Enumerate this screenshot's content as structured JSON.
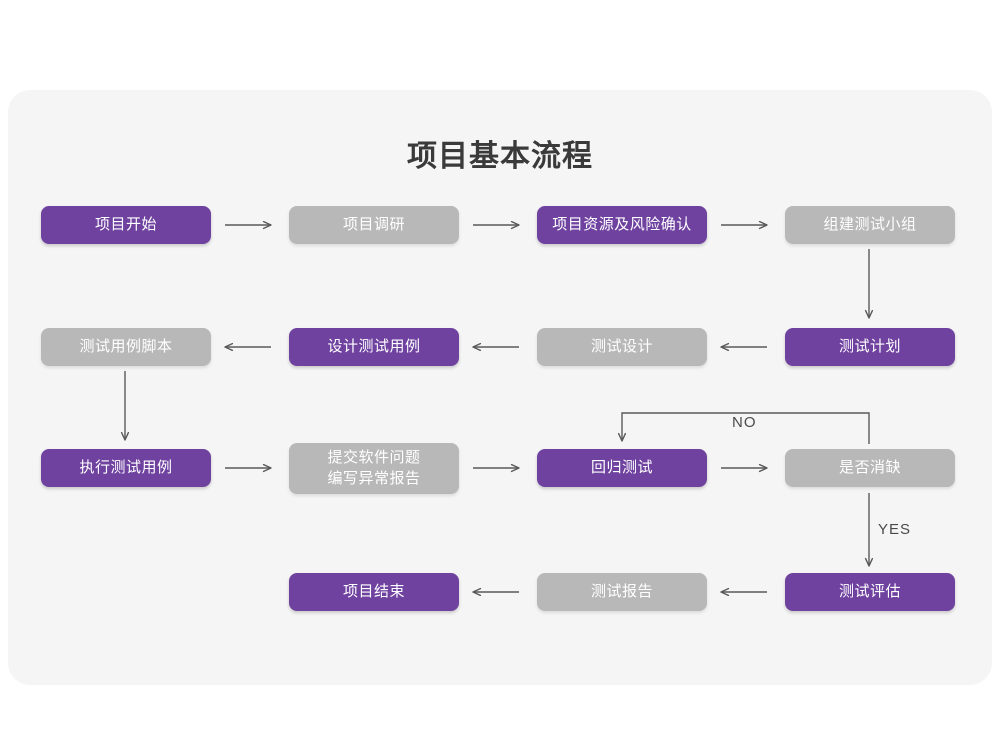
{
  "page": {
    "background": "#ffffff",
    "panel_background": "#f5f5f5"
  },
  "title": "项目基本流程",
  "colors": {
    "purple": "#6f42a0",
    "gray": "#b8b8b8",
    "arrow": "#5a5a5a",
    "title_text": "#3a3a3a",
    "label_text": "#4a4a4a"
  },
  "chart_data": {
    "type": "diagram",
    "title": "项目基本流程",
    "diagram_kind": "flowchart",
    "nodes": [
      {
        "id": "n1",
        "label": "项目开始",
        "style": "purple",
        "row": 1,
        "col": 1
      },
      {
        "id": "n2",
        "label": "项目调研",
        "style": "gray",
        "row": 1,
        "col": 2
      },
      {
        "id": "n3",
        "label": "项目资源及风险确认",
        "style": "purple",
        "row": 1,
        "col": 3
      },
      {
        "id": "n4",
        "label": "组建测试小组",
        "style": "gray",
        "row": 1,
        "col": 4
      },
      {
        "id": "n5",
        "label": "测试计划",
        "style": "purple",
        "row": 2,
        "col": 4
      },
      {
        "id": "n6",
        "label": "测试设计",
        "style": "gray",
        "row": 2,
        "col": 3
      },
      {
        "id": "n7",
        "label": "设计测试用例",
        "style": "purple",
        "row": 2,
        "col": 2
      },
      {
        "id": "n8",
        "label": "测试用例脚本",
        "style": "gray",
        "row": 2,
        "col": 1
      },
      {
        "id": "n9",
        "label": "执行测试用例",
        "style": "purple",
        "row": 3,
        "col": 1
      },
      {
        "id": "n10",
        "label": "提交软件问题\n编写异常报告",
        "style": "gray",
        "row": 3,
        "col": 2
      },
      {
        "id": "n11",
        "label": "回归测试",
        "style": "purple",
        "row": 3,
        "col": 3
      },
      {
        "id": "n12",
        "label": "是否消缺",
        "style": "gray",
        "row": 3,
        "col": 4
      },
      {
        "id": "n13",
        "label": "测试评估",
        "style": "purple",
        "row": 4,
        "col": 4
      },
      {
        "id": "n14",
        "label": "测试报告",
        "style": "gray",
        "row": 4,
        "col": 3
      },
      {
        "id": "n15",
        "label": "项目结束",
        "style": "purple",
        "row": 4,
        "col": 2
      }
    ],
    "edges": [
      {
        "from": "n1",
        "to": "n2",
        "label": "",
        "direction": "right"
      },
      {
        "from": "n2",
        "to": "n3",
        "label": "",
        "direction": "right"
      },
      {
        "from": "n3",
        "to": "n4",
        "label": "",
        "direction": "right"
      },
      {
        "from": "n4",
        "to": "n5",
        "label": "",
        "direction": "down"
      },
      {
        "from": "n5",
        "to": "n6",
        "label": "",
        "direction": "left"
      },
      {
        "from": "n6",
        "to": "n7",
        "label": "",
        "direction": "left"
      },
      {
        "from": "n7",
        "to": "n8",
        "label": "",
        "direction": "left"
      },
      {
        "from": "n8",
        "to": "n9",
        "label": "",
        "direction": "down"
      },
      {
        "from": "n9",
        "to": "n10",
        "label": "",
        "direction": "right"
      },
      {
        "from": "n10",
        "to": "n11",
        "label": "",
        "direction": "right"
      },
      {
        "from": "n11",
        "to": "n12",
        "label": "",
        "direction": "right"
      },
      {
        "from": "n12",
        "to": "n11",
        "label": "NO",
        "direction": "loop-up-left"
      },
      {
        "from": "n12",
        "to": "n13",
        "label": "YES",
        "direction": "down"
      },
      {
        "from": "n13",
        "to": "n14",
        "label": "",
        "direction": "left"
      },
      {
        "from": "n14",
        "to": "n15",
        "label": "",
        "direction": "left"
      }
    ]
  },
  "edge_labels": {
    "no": "NO",
    "yes": "YES"
  }
}
